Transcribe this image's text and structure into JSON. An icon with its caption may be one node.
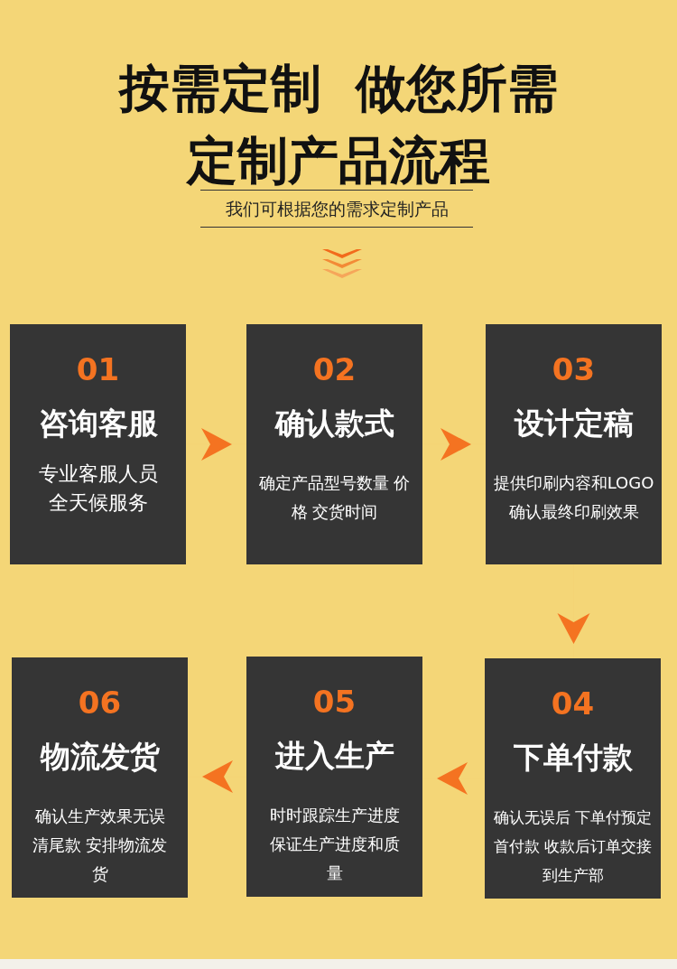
{
  "diagram": {
    "title": "按需定制  做您所需定制产品流程",
    "nodes": [
      {
        "text": [
          "01",
          "咨询客服",
          "专业客服人员全天候服务"
        ]
      },
      {
        "text": [
          "02",
          "确认款式",
          "确定产品型号数量 价格 交货时间"
        ]
      },
      {
        "text": [
          "03",
          "设计定稿",
          "提供印刷内容和LOGO确认最终印刷效果"
        ]
      },
      {
        "text": [
          "04",
          "下单付款",
          "确认无误后 下单付预定首付款 收款后订单交接到生产部"
        ]
      },
      {
        "text": [
          "05",
          "进入生产",
          "时时跟踪生产进度保证生产进度和质量"
        ]
      },
      {
        "text": [
          "06",
          "物流发货",
          "确认生产效果无误清尾款 安排物流发货"
        ]
      }
    ],
    "edges": [
      {
        "from": 0,
        "to": 1,
        "arrow": "to"
      },
      {
        "from": 1,
        "to": 2,
        "arrow": "to"
      },
      {
        "from": 2,
        "to": 3,
        "arrow": "to"
      },
      {
        "from": 3,
        "to": 4,
        "arrow": "to"
      },
      {
        "from": 4,
        "to": 5,
        "arrow": "to"
      }
    ],
    "labels": [
      "我们可根据您的需求定制产品"
    ]
  }
}
